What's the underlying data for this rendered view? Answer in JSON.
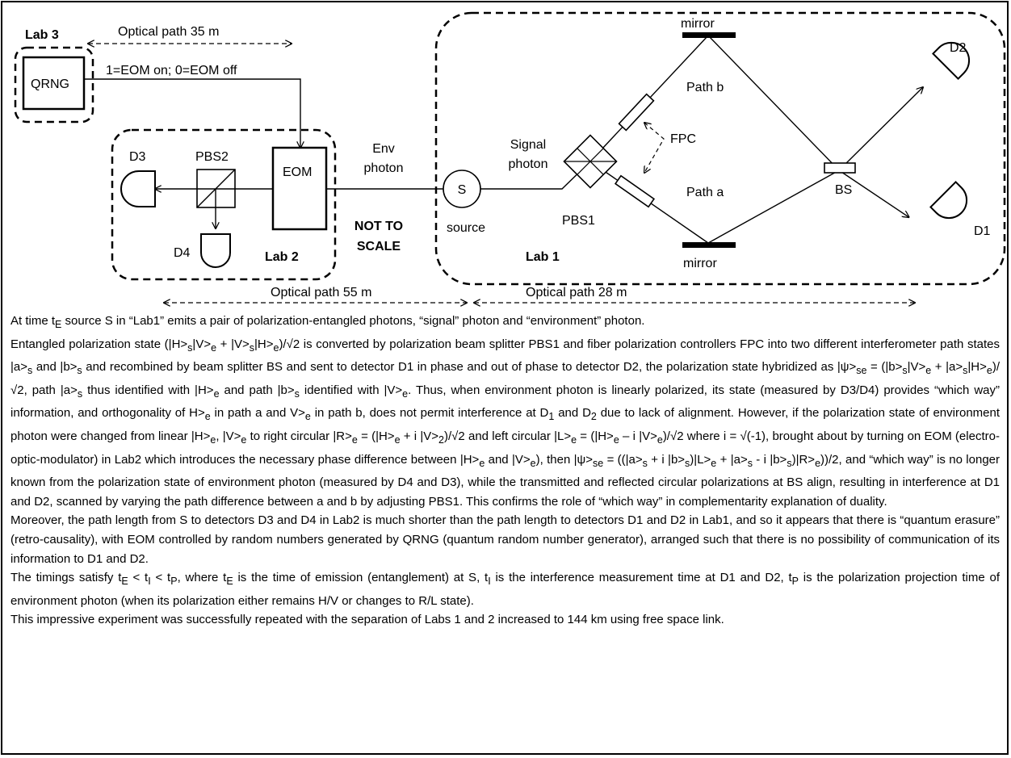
{
  "diagram": {
    "labs": {
      "lab1": "Lab 1",
      "lab2": "Lab 2",
      "lab3": "Lab 3"
    },
    "components": {
      "qrng": "QRNG",
      "eom": "EOM",
      "pbs2": "PBS2",
      "pbs1": "PBS1",
      "bs": "BS",
      "fpc": "FPC",
      "source_symbol": "S",
      "source_label": "source",
      "mirror_top": "mirror",
      "mirror_bottom": "mirror"
    },
    "detectors": {
      "d1": "D1",
      "d2": "D2",
      "d3": "D3",
      "d4": "D4"
    },
    "labels": {
      "env_photon_line1": "Env",
      "env_photon_line2": "photon",
      "signal_photon_line1": "Signal",
      "signal_photon_line2": "photon",
      "path_a": "Path a",
      "path_b": "Path b",
      "not_to_scale_line1": "NOT TO",
      "not_to_scale_line2": "SCALE",
      "eom_control": "1=EOM on; 0=EOM off"
    },
    "distances": {
      "lab3_to_lab2": "Optical path 35 m",
      "lab2_to_source": "Optical path 55 m",
      "source_to_lab1": "Optical path 28 m"
    }
  },
  "text": {
    "p1": "At time t<sub>E</sub> source S in “Lab1” emits a pair of polarization-entangled photons, “signal” photon and “environment” photon.",
    "p2": "Entangled polarization state (|H&gt;<sub>s</sub>|V&gt;<sub>e</sub> + |V&gt;<sub>s</sub>|H&gt;<sub>e</sub>)/√2 is converted by polarization beam splitter PBS1 and fiber polarization controllers FPC into two different interferometer path states |a&gt;<sub>s</sub> and |b&gt;<sub>s</sub> and recombined by beam splitter BS and sent to detector D1 in phase and out of phase to detector D2, the polarization state hybridized as |ψ&gt;<sub>se</sub> = (|b&gt;<sub>s</sub>|V&gt;<sub>e</sub> + |a&gt;<sub>s</sub>|H&gt;<sub>e</sub>)/√2, path |a&gt;<sub>s</sub> thus identified with |H&gt;<sub>e</sub> and path |b&gt;<sub>s</sub> identified with |V&gt;<sub>e</sub>. Thus, when environment photon is linearly polarized, its state (measured by D3/D4) provides “which way” information, and orthogonality of H&gt;<sub>e</sub> in path a and V&gt;<sub>e</sub> in path b, does not permit interference at D<sub>1</sub> and D<sub>2</sub> due to lack of alignment. However, if the polarization state of environment photon were changed from linear |H&gt;<sub>e</sub>, |V&gt;<sub>e</sub> to right circular |R&gt;<sub>e</sub> = (|H&gt;<sub>e</sub> + i |V&gt;<sub>2</sub>)/√2 and left circular |L&gt;<sub>e</sub> = (|H&gt;<sub>e</sub> – i |V&gt;<sub>e</sub>)/√2 where i = √(-1), brought about by turning on EOM (electro-optic-modulator) in Lab2 which introduces the necessary phase difference between |H&gt;<sub>e</sub> and |V&gt;<sub>e</sub>), then |ψ&gt;<sub>se</sub> = ((|a&gt;<sub>s</sub> + i |b&gt;<sub>s</sub>)|L&gt;<sub>e</sub> + |a&gt;<sub>s</sub> - i |b&gt;<sub>s</sub>)|R&gt;<sub>e</sub>))/2, and “which way” is no longer known from the polarization state of environment photon (measured by D4 and D3), while the transmitted and reflected circular polarizations at BS align, resulting in interference at D1 and D2, scanned by varying the path difference between a and b by adjusting PBS1. This confirms the role of “which way” in complementarity explanation of duality.",
    "p3": "Moreover, the path length from S to detectors D3 and D4 in Lab2 is much shorter than the path length to detectors D1 and D2 in Lab1, and so it appears that there is “quantum erasure” (retro-causality), with EOM controlled by random numbers generated by QRNG (quantum random number generator), arranged such that there is no possibility of communication of its information to D1 and D2.",
    "p4": "The timings satisfy t<sub>E</sub> &lt; t<sub>I</sub> &lt; t<sub>P</sub>, where t<sub>E</sub> is the time of emission (entanglement) at S, t<sub>I</sub> is the interference measurement time at D1 and D2, t<sub>P</sub> is the polarization projection time of environment photon (when its polarization either remains H/V or changes to R/L state).",
    "p5": "This impressive experiment was successfully repeated with the separation of Labs 1 and 2 increased to 144 km using free space link."
  }
}
